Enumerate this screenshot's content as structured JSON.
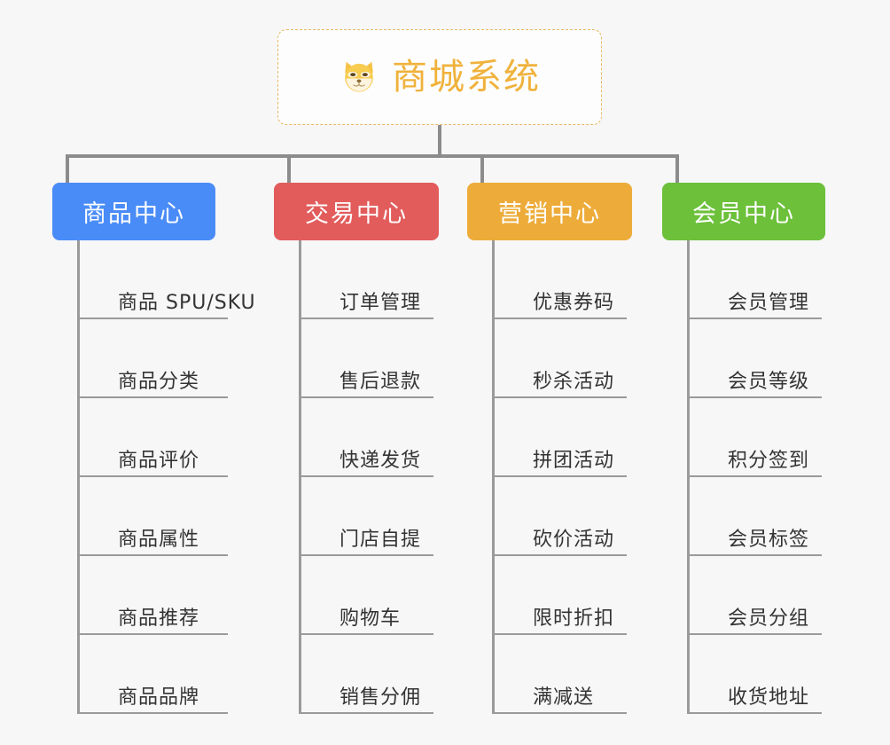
{
  "background_color": "#f7f7f7",
  "root": {
    "title": "商城系统",
    "icon": "shiba-dog-face-icon",
    "text_color": "#f0b23c",
    "border_color": "#e8b860",
    "background_color": "#fdfdfd"
  },
  "connector_color": "#8c8c8c",
  "branches": [
    {
      "label": "商品中心",
      "color": "#4a8cf7",
      "items": [
        "商品 SPU/SKU",
        "商品分类",
        "商品评价",
        "商品属性",
        "商品推荐",
        "商品品牌"
      ]
    },
    {
      "label": "交易中心",
      "color": "#e25c5c",
      "items": [
        "订单管理",
        "售后退款",
        "快递发货",
        "门店自提",
        "购物车",
        "销售分佣"
      ]
    },
    {
      "label": "营销中心",
      "color": "#edac3a",
      "items": [
        "优惠券码",
        "秒杀活动",
        "拼团活动",
        "砍价活动",
        "限时折扣",
        "满减送"
      ]
    },
    {
      "label": "会员中心",
      "color": "#6cc03a",
      "items": [
        "会员管理",
        "会员等级",
        "积分签到",
        "会员标签",
        "会员分组",
        "收货地址"
      ]
    }
  ]
}
